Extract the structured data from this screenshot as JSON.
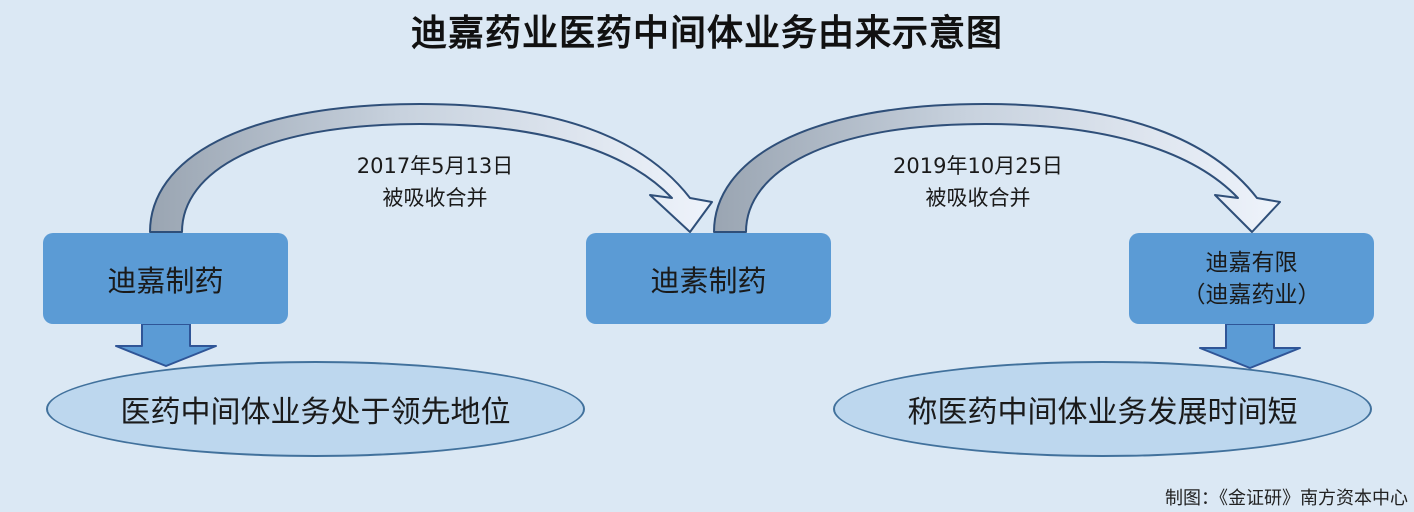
{
  "title": "迪嘉药业医药中间体业务由来示意图",
  "entities": [
    {
      "id": "dijia",
      "label": "迪嘉制药"
    },
    {
      "id": "disu",
      "label": "迪素制药"
    },
    {
      "id": "dijia_ltd",
      "label": "迪嘉有限",
      "sublabel": "（迪嘉药业）"
    }
  ],
  "events": [
    {
      "date": "2017年5月13日",
      "action": "被吸收合并"
    },
    {
      "date": "2019年10月25日",
      "action": "被吸收合并"
    }
  ],
  "outcomes": [
    {
      "label": "医药中间体业务处于领先地位"
    },
    {
      "label": "称医药中间体业务发展时间短"
    }
  ],
  "credit": "制图：《金证研》南方资本中心",
  "colors": {
    "background": "#dbe8f4",
    "box": "#5b9bd5",
    "oval_fill": "#bdd7ee",
    "oval_border": "#41719c",
    "arrow_dark": "#a9b3bf",
    "arrow_light": "#dde5f3",
    "arrow_stroke": "#2f4f79"
  }
}
